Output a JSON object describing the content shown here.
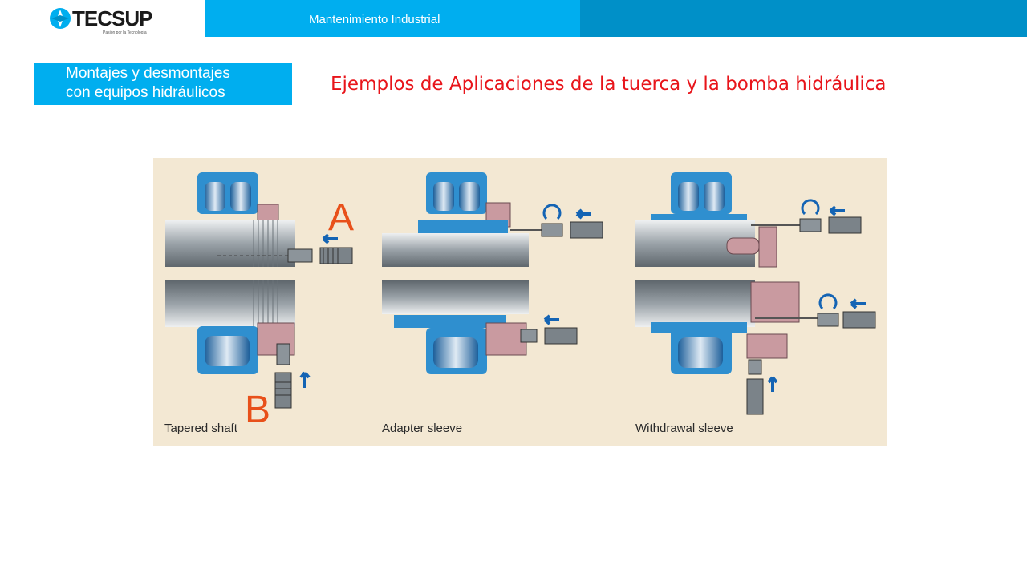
{
  "header": {
    "logo_text": "TECSUP",
    "logo_tagline": "Pasión por la Tecnología",
    "course_title": "Mantenimiento Industrial"
  },
  "topic": {
    "line1": "Montajes y desmontajes",
    "line2": "con equipos hidráulicos"
  },
  "slide_title": "Ejemplos de Aplicaciones de la tuerca y la bomba hidráulica",
  "figure": {
    "label_a": "A",
    "label_b": "B",
    "panels": [
      {
        "caption": "Tapered shaft"
      },
      {
        "caption": "Adapter sleeve"
      },
      {
        "caption": "Withdrawal sleeve"
      }
    ]
  },
  "colors": {
    "header_light": "#00aeef",
    "header_dark": "#0090c8",
    "title_red": "#e8141a",
    "figure_bg": "#f3e8d3",
    "bearing_blue": "#2f8fcf",
    "nut_pink": "#c99aa0",
    "arrow_blue": "#1464b4"
  }
}
